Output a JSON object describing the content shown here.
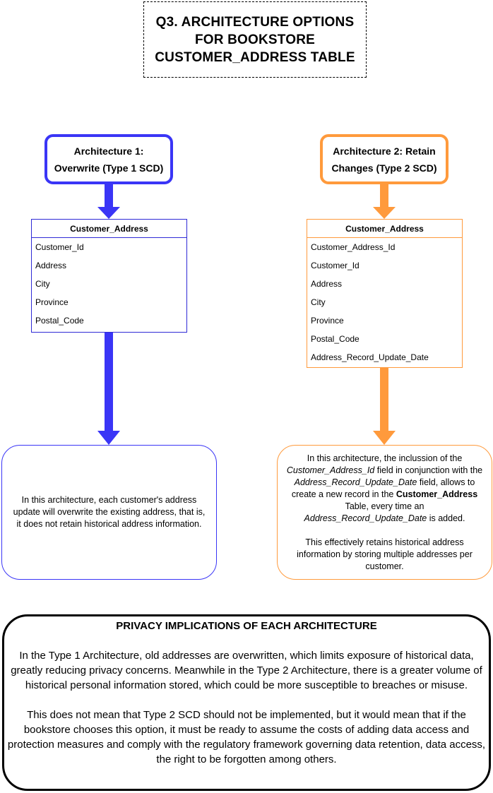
{
  "title": "Q3. ARCHITECTURE OPTIONS\nFOR BOOKSTORE\nCUSTOMER_ADDRESS TABLE",
  "architectures": [
    {
      "label": "Architecture 1:\nOverwrite (Type 1 SCD)",
      "color": "#3a35f6",
      "table": {
        "name": "Customer_Address",
        "fields": [
          "Customer_Id",
          "Address",
          "City",
          "Province",
          "Postal_Code"
        ]
      }
    },
    {
      "label": "Architecture 2: Retain\nChanges (Type 2 SCD)",
      "color": "#ff9a3c",
      "table": {
        "name": "Customer_Address",
        "fields": [
          "Customer_Address_Id",
          "Customer_Id",
          "Address",
          "City",
          "Province",
          "Postal_Code",
          "Address_Record_Update_Date"
        ]
      }
    }
  ],
  "descriptions": {
    "type1": "In this architecture, each customer's address update will overwrite the existing address, that is, it does not retain historical address information.",
    "type2_part1": {
      "t1": "In this architecture, the inclussion of the ",
      "i1": "Customer_Address_Id",
      "t2": " field in conjunction with the ",
      "i2": "Address_Record_Update_Date",
      "t3": " field, allows to create a new record in the ",
      "b1": "Customer_Address",
      "t4": " Table, every time an ",
      "i3": "Address_Record_Update_Date",
      "t5": " is added."
    },
    "type2_part2": "This effectively retains historical address information by storing multiple addresses per customer."
  },
  "privacy": {
    "heading": "PRIVACY IMPLICATIONS OF EACH ARCHITECTURE",
    "paragraph1": "In the Type 1 Architecture, old addresses are overwritten, which limits exposure of historical data, greatly reducing privacy concerns. Meanwhile in the Type 2  Architecture, there is a greater volume of historical personal information stored, which could be more susceptible to breaches or misuse.",
    "paragraph2": "This does not mean that Type 2 SCD should not be implemented, but it would mean that if the bookstore chooses this option, it must be ready to assume the costs of adding data access and protection measures and comply with the regulatory framework governing data retention, data access, the right to be forgotten among others."
  }
}
